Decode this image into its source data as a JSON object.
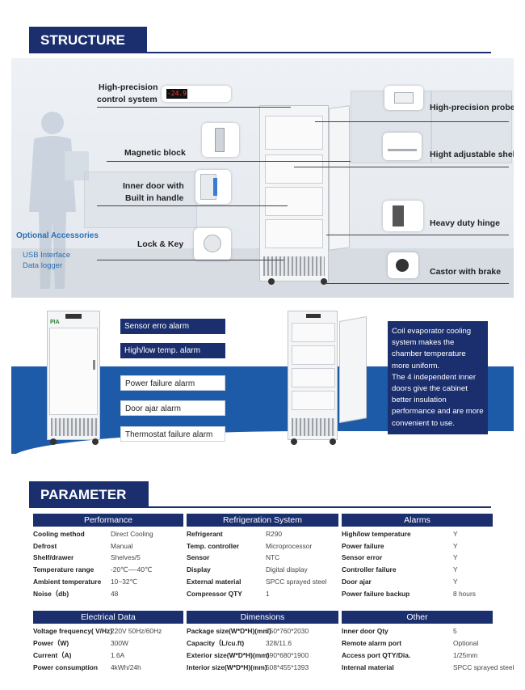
{
  "structure": {
    "title": "STRUCTURE",
    "labels": {
      "high_precision_control": [
        "High-precision",
        "control system"
      ],
      "magnetic_block": "Magnetic block",
      "inner_door": [
        "Inner door with",
        "Built in handle"
      ],
      "lock_key": "Lock & Key",
      "probe": "High-precision probe",
      "shelf": "Hight adjustable shelf",
      "hinge": "Heavy duty hinge",
      "castor": "Castor with brake"
    },
    "optional": {
      "title": "Optional Accessories",
      "items": [
        "USB Interface",
        "Data logger"
      ]
    },
    "display_readout": "-24.9"
  },
  "alarms_panel": {
    "brand_text": "PIA",
    "alarms": [
      "Sensor erro alarm",
      "High/low temp. alarm",
      "Power failure alarm",
      "Door ajar alarm",
      "Thermostat failure alarm"
    ],
    "description": "Coil evaporator cooling system makes the chamber temperature more uniform.\nThe 4 independent inner doors give the cabinet better insulation performance and are more convenient to use."
  },
  "parameter": {
    "title": "PARAMETER",
    "tables": [
      {
        "header": "Performance",
        "rows": [
          [
            "Cooling method",
            "Direct Cooling"
          ],
          [
            "Defrost",
            "Manual"
          ],
          [
            "Shelf/drawer",
            "Shelves/5"
          ],
          [
            "Temperature range",
            "-20℃—-40℃"
          ],
          [
            "Ambient temperature",
            "10~32℃"
          ],
          [
            "Noise（db)",
            "48"
          ]
        ]
      },
      {
        "header": "Refrigeration System",
        "rows": [
          [
            "Refrigerant",
            "R290"
          ],
          [
            "Temp. controller",
            "Microprocessor"
          ],
          [
            "Sensor",
            "NTC"
          ],
          [
            "Display",
            "Digital display"
          ],
          [
            "External material",
            "SPCC sprayed steel"
          ],
          [
            "Compressor QTY",
            "1"
          ]
        ]
      },
      {
        "header": "Alarms",
        "rows": [
          [
            "High/low temperature",
            "Y"
          ],
          [
            "Power failure",
            "Y"
          ],
          [
            "Sensor error",
            "Y"
          ],
          [
            "Controller  failure",
            "Y"
          ],
          [
            "Door ajar",
            "Y"
          ],
          [
            "Power failure backup",
            "8 hours"
          ]
        ]
      },
      {
        "header": "Electrical Data",
        "rows": [
          [
            "Voltage frequency( V/Hz)",
            "220V 50Hz/60Hz"
          ],
          [
            "Power（W)",
            "300W"
          ],
          [
            "Current（A)",
            "1.6A"
          ],
          [
            "Power consumption",
            "4kWh/24h"
          ]
        ]
      },
      {
        "header": "Dimensions",
        "rows": [
          [
            "Package size(W*D*H)(mm)",
            "750*760*2030"
          ],
          [
            "Capacity（L/cu.ft)",
            "328/11.6"
          ],
          [
            "Exterior size(W*D*H)(mm)",
            "690*680*1900"
          ],
          [
            "Interior size(W*D*H)(mm)",
            "508*455*1393"
          ]
        ]
      },
      {
        "header": "Other",
        "rows": [
          [
            "Inner door Qty",
            "5"
          ],
          [
            "Remote alarm port",
            "Optional"
          ],
          [
            "Access port QTY/Dia.",
            "1/25mm"
          ],
          [
            "Internal material",
            "SPCC sprayed steel"
          ]
        ]
      }
    ]
  }
}
